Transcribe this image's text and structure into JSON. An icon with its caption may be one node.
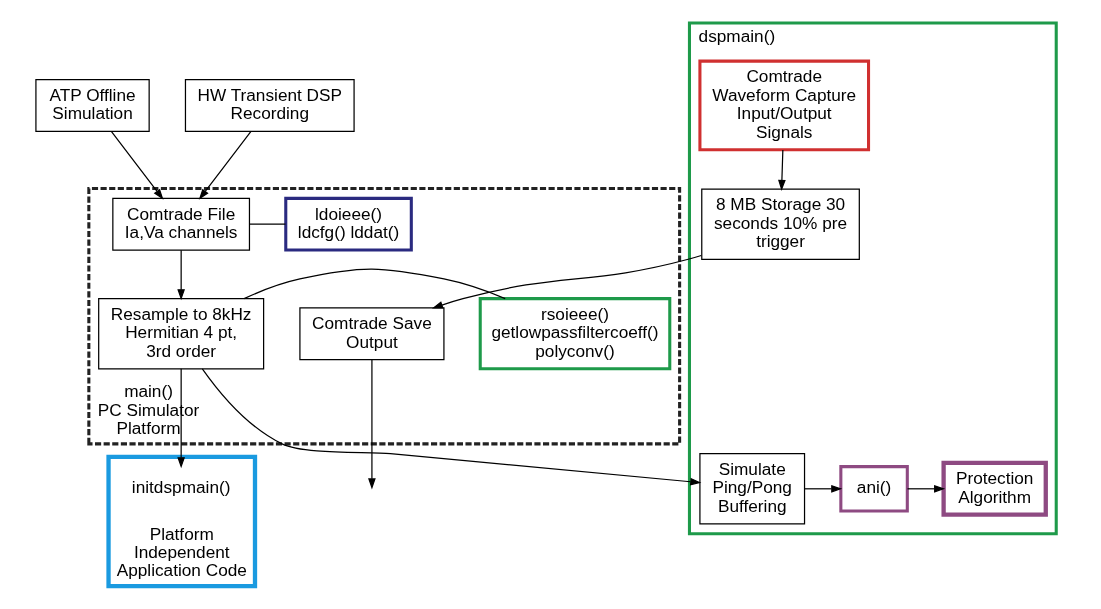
{
  "diagram": {
    "nodes": [
      {
        "text": [
          "ATP Offline Simulation"
        ]
      },
      {
        "text": [
          "HW Transient DSP Recording"
        ]
      },
      {
        "text": [
          "main()",
          "PC Simulator Platform"
        ]
      },
      {
        "text": [
          "Comtrade File Ia,Va channels"
        ],
        "in": 2
      },
      {
        "text": [
          "ldoieee() ldcfg() lddat()"
        ],
        "in": 2
      },
      {
        "text": [
          "Resample to 8kHz Hermitian 4 pt, 3rd order"
        ],
        "in": 2
      },
      {
        "text": [
          "rsoieee() getlowpassfiltercoeff() polyconv()"
        ],
        "in": 2
      },
      {
        "text": [
          "Platform Independent Application Code"
        ]
      },
      {
        "text": [
          "initdspmain()"
        ],
        "in": 7
      },
      {
        "text": [
          "dspmain()"
        ]
      },
      {
        "text": [
          "Simulate Ping/Pong Buffering"
        ],
        "in": 9
      },
      {
        "text": [
          "ani()"
        ],
        "in": 9
      },
      {
        "text": [
          "Protection Algorithm"
        ],
        "in": 9
      },
      {
        "text": [
          "Comtrade Waveform Capture Input/Output Signals"
        ],
        "in": 9
      },
      {
        "text": [
          "8 MB Storage 30 seconds 10% pre trigger"
        ],
        "in": 9
      },
      {
        "text": [
          "Comtrade Save Output"
        ],
        "in": 2
      }
    ],
    "edges": [
      {
        "from": 0,
        "to": 3,
        "arrow": "to"
      },
      {
        "from": 1,
        "to": 3,
        "arrow": "to"
      },
      {
        "from": 3,
        "to": 4,
        "arrow": "none"
      },
      {
        "from": 3,
        "to": 5,
        "arrow": "to"
      },
      {
        "from": 5,
        "to": 6,
        "arrow": "none"
      },
      {
        "from": 5,
        "to": 8,
        "arrow": "to"
      },
      {
        "from": 5,
        "to": 10,
        "arrow": "to"
      },
      {
        "from": 10,
        "to": 11,
        "arrow": "to"
      },
      {
        "from": 11,
        "to": 12,
        "arrow": "to"
      },
      {
        "from": 13,
        "to": 14,
        "arrow": "to"
      },
      {
        "from": 14,
        "to": 15,
        "arrow": "to"
      },
      {
        "from": 15,
        "to": null,
        "arrow": "to"
      }
    ]
  }
}
